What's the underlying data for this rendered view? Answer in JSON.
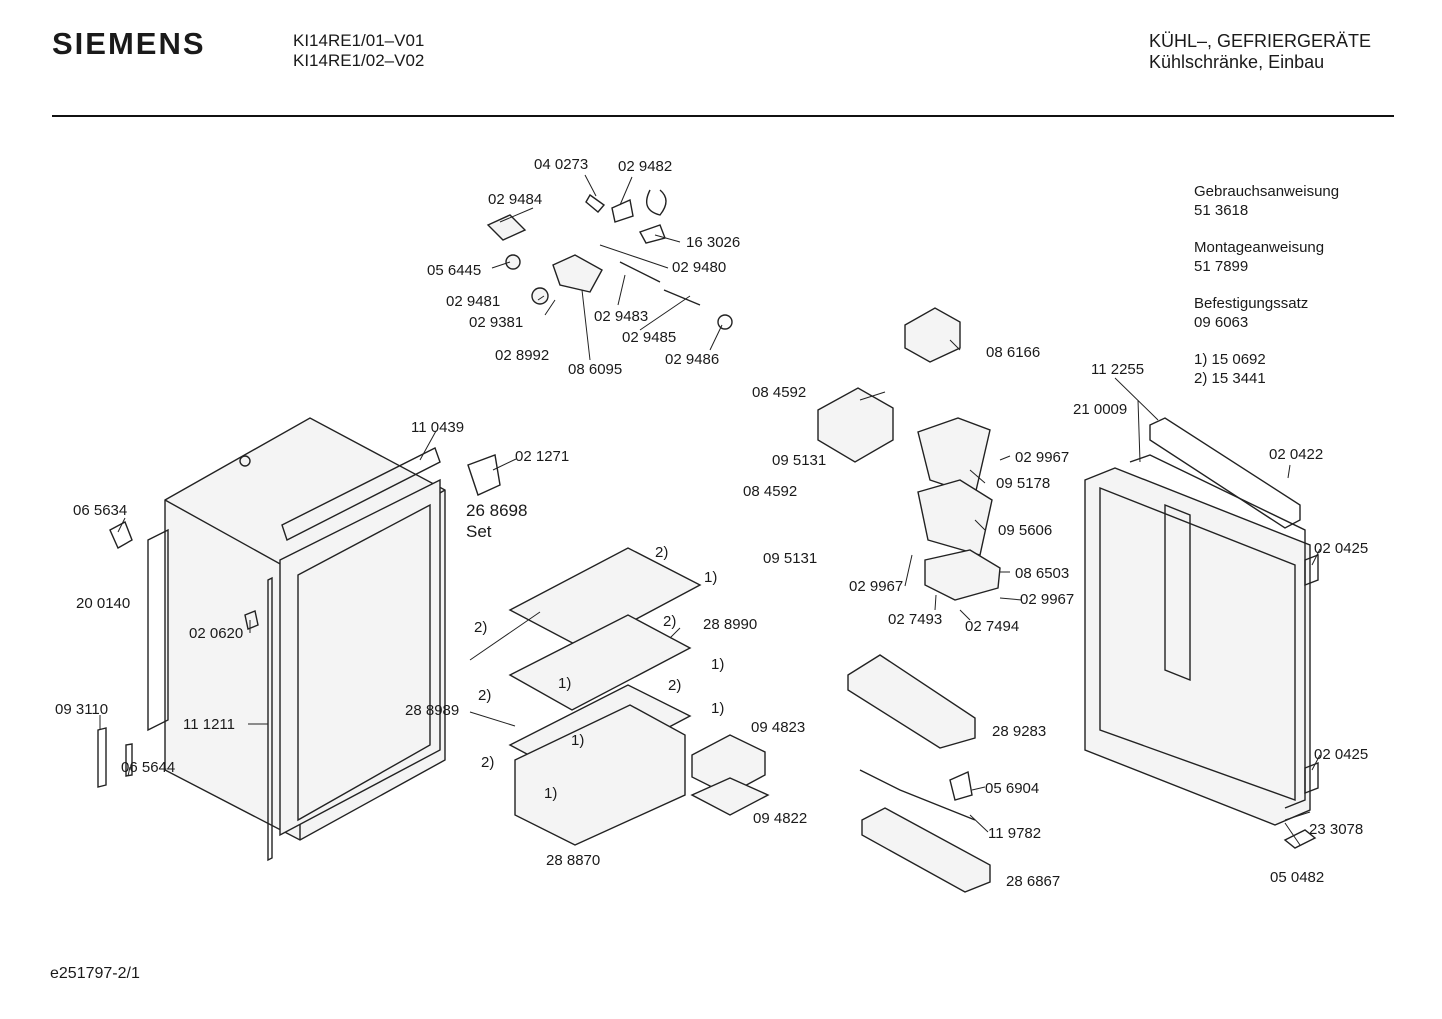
{
  "header": {
    "brand": "SIEMENS",
    "model_1": "KI14RE1/01–V01",
    "model_2": "KI14RE1/02–V02",
    "category_1": "KÜHL–, GEFRIERGERÄTE",
    "category_2": "Kühlschränke, Einbau"
  },
  "side_info": {
    "manual_label": "Gebrauchsanweisung",
    "manual_no": "51 3618",
    "install_label": "Montageanweisung",
    "install_no": "51 7899",
    "fixing_label": "Befestigungssatz",
    "fixing_no": "09 6063",
    "note_1": "1)  15 0692",
    "note_2": "2)  15 3441"
  },
  "parts": {
    "p040273": "04 0273",
    "p029482": "02 9482",
    "p029484": "02 9484",
    "p163026": "16 3026",
    "p056445": "05 6445",
    "p029480": "02 9480",
    "p029481": "02 9481",
    "p029381": "02 9381",
    "p029483": "02 9483",
    "p029485": "02 9485",
    "p028992": "02 8992",
    "p086095": "08 6095",
    "p029486": "02 9486",
    "p086166": "08 6166",
    "p112255": "11 2255",
    "p084592a": "08 4592",
    "p210009": "21 0009",
    "p110439": "11 0439",
    "p021271": "02 1271",
    "p095131a": "09 5131",
    "p029967a": "02 9967",
    "p020422": "02 0422",
    "p084592b": "08 4592",
    "p095178": "09 5178",
    "p268698": "26 8698",
    "set": "Set",
    "p065634": "06 5634",
    "p095606": "09 5606",
    "p020425a": "02 0425",
    "note2a": "2)",
    "note1a": "1)",
    "p095131b": "09 5131",
    "p029967b": "02 9967",
    "p086503": "08 6503",
    "p200140": "20 0140",
    "p029967c": "02 9967",
    "note2b": "2)",
    "p288990": "28 8990",
    "p027493": "02 7493",
    "p027494": "02 7494",
    "p020620": "02 0620",
    "note2c": "2)",
    "note1b": "1)",
    "note1c": "1)",
    "note2d": "2)",
    "note2e": "2)",
    "p288989": "28 8989",
    "note1d": "1)",
    "p093110": "09 3110",
    "p111211": "11 1211",
    "p094823": "09 4823",
    "p289283": "28 9283",
    "note1e": "1)",
    "note2f": "2)",
    "p020425b": "02 0425",
    "p065644": "06 5644",
    "note1f": "1)",
    "p056904": "05 6904",
    "p094822": "09 4822",
    "p233078": "23 3078",
    "p119782": "11 9782",
    "p288870": "28 8870",
    "p286867": "28 6867",
    "p050482": "05 0482"
  },
  "footer": {
    "doc_id": "e251797-2/1"
  }
}
